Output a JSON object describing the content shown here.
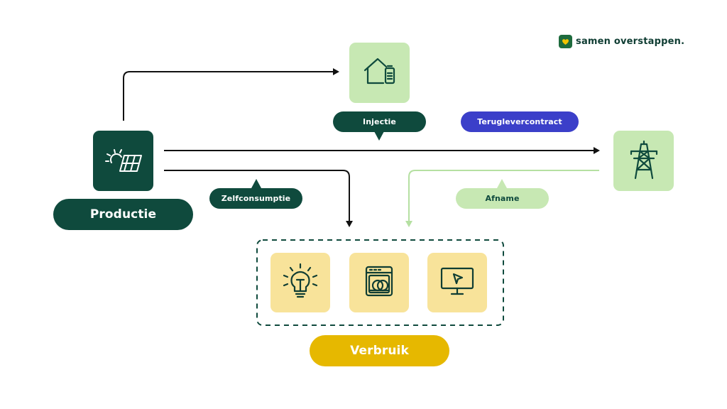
{
  "brand": {
    "name": "samen overstappen."
  },
  "colors": {
    "dark_green": "#0f4a3d",
    "light_green": "#c7e8b3",
    "blue": "#3b3fc9",
    "yellow": "#e6b800",
    "light_yellow": "#f8e39a",
    "arrow": "#111111",
    "light_arrow": "#b5e0a2"
  },
  "nodes": {
    "production": {
      "label": "Productie",
      "icon": "solar-panel-icon"
    },
    "battery_home": {
      "icon": "home-battery-icon"
    },
    "grid": {
      "icon": "power-pylon-icon"
    },
    "consumption": {
      "label": "Verbruik",
      "devices": [
        {
          "icon": "light-bulb-icon"
        },
        {
          "icon": "dishwasher-icon"
        },
        {
          "icon": "monitor-icon"
        }
      ]
    }
  },
  "flows": {
    "injectie": "Injectie",
    "teruglevercontract": "Teruglevercontract",
    "zelfconsumptie": "Zelfconsumptie",
    "afname": "Afname"
  }
}
